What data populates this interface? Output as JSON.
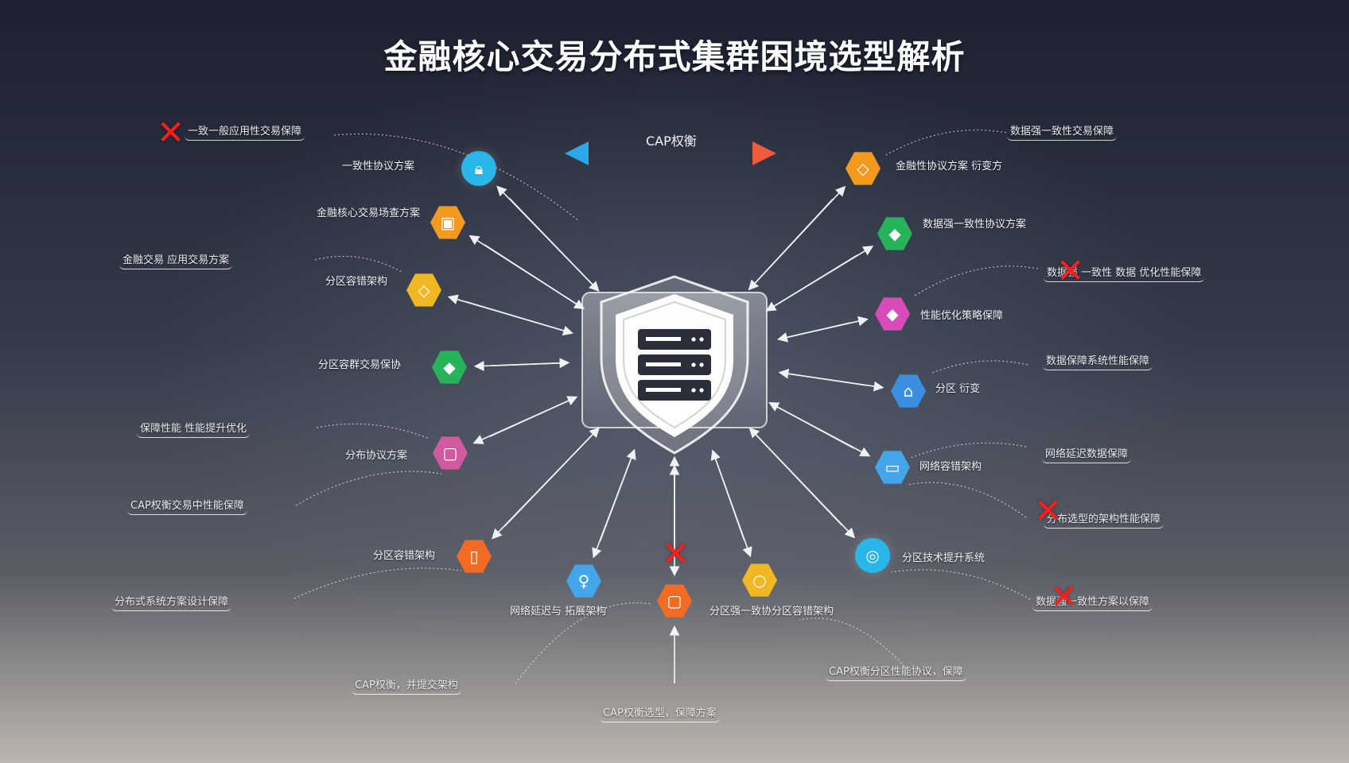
{
  "title": "金融核心交易分布式集群困境选型解析",
  "cap_arrow_label": "CAP权衡",
  "colors": {
    "cyan": "#29b6e8",
    "orange": "#f39a1e",
    "green": "#27b35a",
    "magenta": "#d94bb8",
    "pink": "#cf5b9e",
    "orange_red": "#f26b22",
    "blue": "#3b8fe0",
    "light_blue": "#43a6ea",
    "yellow": "#f2b824",
    "cross": "#ff1e1e"
  },
  "left_nodes": [
    {
      "label": "一致性协议方案",
      "icon": "lock-icon",
      "shape": "circle",
      "color": "#29b6e8"
    },
    {
      "label": "金融核心交易场查方案",
      "icon": "box-icon",
      "shape": "hex",
      "color": "#f39a1e"
    },
    {
      "label": "分区容错架构",
      "icon": "diamond-icon",
      "shape": "hex",
      "color": "#f2b824"
    },
    {
      "label": "分区容群交易保协",
      "icon": "gem-icon",
      "shape": "hex",
      "color": "#27b35a"
    },
    {
      "label": "分布协议方案",
      "icon": "square-icon",
      "shape": "hex",
      "color": "#cf5b9e"
    },
    {
      "label": "分区容错架构",
      "icon": "door-icon",
      "shape": "hex",
      "color": "#f26b22"
    }
  ],
  "right_nodes": [
    {
      "label": "金融性协议方案 衍变方",
      "icon": "diamond-icon",
      "shape": "hex",
      "color": "#f39a1e"
    },
    {
      "label": "数据强一致性协议方案",
      "icon": "gem-icon",
      "shape": "hex",
      "color": "#27b35a"
    },
    {
      "label": "性能优化策略保障",
      "icon": "gem-icon",
      "shape": "hex",
      "color": "#d94bb8"
    },
    {
      "label": "分区 衍变",
      "icon": "home-icon",
      "shape": "hex",
      "color": "#3b8fe0"
    },
    {
      "label": "网络容错架构",
      "icon": "file-icon",
      "shape": "hex",
      "color": "#43a6ea"
    },
    {
      "label": "分区技术提升系统",
      "icon": "globe-icon",
      "shape": "circle",
      "color": "#29b6e8"
    }
  ],
  "bottom_nodes": [
    {
      "label": "网络延迟与 拓展架构",
      "icon": "balloon-icon",
      "shape": "hex",
      "color": "#43a6ea"
    },
    {
      "label": "",
      "icon": "square-icon",
      "shape": "hex",
      "color": "#f26b22"
    },
    {
      "label": "分区强一致协分区容错架构",
      "icon": "circle-icon",
      "shape": "hex",
      "color": "#f2b824"
    }
  ],
  "captions": [
    "一致一般应用性交易保障",
    "金融交易 应用交易方案",
    "保障性能 性能提升优化",
    "CAP权衡交易中性能保障",
    "分布式系统方案设计保障",
    "CAP权衡，并提交架构",
    "CAP权衡选型，保障方案",
    "CAP权衡分区性能协议，保障",
    "数据强一致性方案以保障",
    "分布选型的架构性能保障",
    "网络延迟数据保障",
    "数据保障系统性能保障",
    "数据强 一致性 数据 优化性能保障",
    "数据强一致性交易保障"
  ]
}
